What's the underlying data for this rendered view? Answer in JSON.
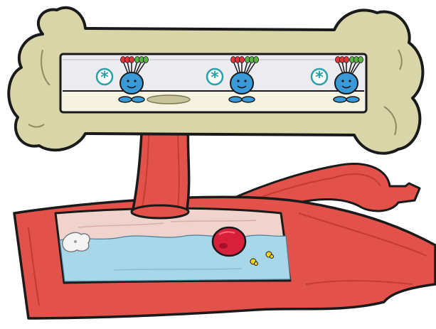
{
  "colors": {
    "bone_fill": "#d8d6a8",
    "bone_outline": "#1a1a1a",
    "marrow_panel": "#ebebf0",
    "marrow_bottom": "#f5f2df",
    "stem_cell_body": "#3a9ad8",
    "stem_cell_marker": "#2aa0a8",
    "receptor_red": "#e0343a",
    "receptor_green": "#5ab043",
    "platelet_oval": "#c7c49b",
    "vessel_red": "#e3524a",
    "vessel_dark": "#c63a32",
    "vessel_interior": "#f0d3cc",
    "plasma_blue": "#a9d7ea",
    "red_blood_cell": "#d9203a",
    "white_cell": "#f4f4f4",
    "yellow_particle": "#f2d21a"
  },
  "bone": {
    "marrow": {
      "stem_cells": [
        {
          "marker_symbol": "*",
          "icon": "stem-cell-icon"
        },
        {
          "marker_symbol": "*",
          "icon": "stem-cell-icon"
        },
        {
          "marker_symbol": "*",
          "icon": "stem-cell-icon"
        }
      ]
    }
  },
  "blood_vessel": {
    "cells": [
      {
        "type": "white blood cell",
        "icon": "white-cell-icon"
      },
      {
        "type": "red blood cell",
        "icon": "red-blood-cell-icon"
      },
      {
        "type": "yellow particle",
        "icon": "yellow-particle-icon"
      },
      {
        "type": "yellow particle",
        "icon": "yellow-particle-icon"
      }
    ]
  }
}
